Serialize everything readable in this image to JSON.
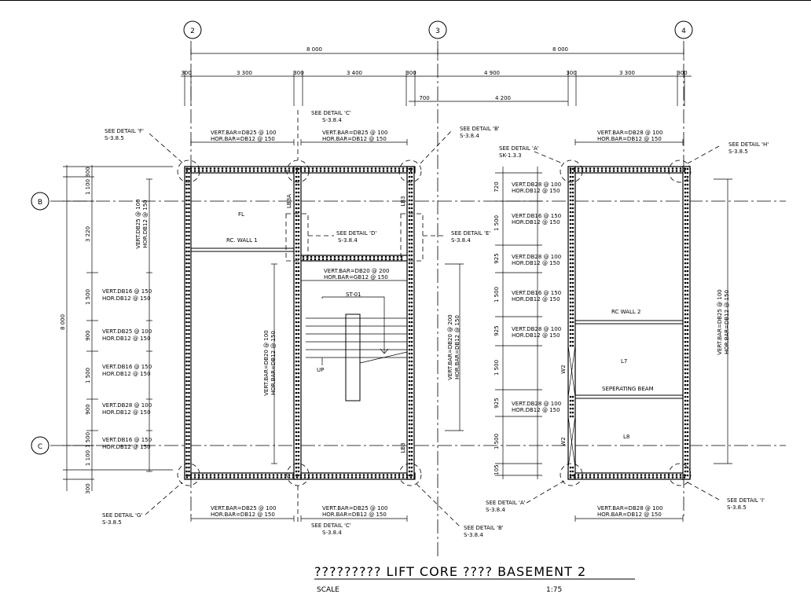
{
  "grid": {
    "col2": "2",
    "col3": "3",
    "col4": "4",
    "rowB": "B",
    "rowC": "C"
  },
  "dims_top": {
    "span_2_3": "8 000",
    "span_3_4": "8 000",
    "d300_a": "300",
    "d3300_a": "3 300",
    "d300_b": "300",
    "d3400": "3 400",
    "d300_c": "300",
    "d4900": "4 900",
    "d300_d": "300",
    "d3300_b": "3 300",
    "d300_e": "300",
    "d700": "700",
    "d4200": "4 200"
  },
  "dims_left": {
    "d300_top": "300",
    "d1100_top": "1 100",
    "d3220": "3 220",
    "d8000": "8 000",
    "d1500_a": "1 500",
    "d900_a": "900",
    "d1500_b": "1 500",
    "d900_b": "900",
    "d1500_c": "1 500",
    "d1100_bot": "1 100",
    "d300_bot": "300"
  },
  "dims_mid": {
    "d720": "720",
    "d1500_a": "1 500",
    "d925_a": "925",
    "d1500_b": "1 500",
    "d925_b": "925",
    "d1500_c": "1 500",
    "d925_c": "925",
    "d1500_d": "1 500",
    "d105": "105"
  },
  "details": {
    "f_ref": "SEE DETAIL 'F'",
    "f_sheet": "S-3.8.5",
    "c_top_ref": "SEE DETAIL 'C'",
    "c_top_sheet": "S-3.8.4",
    "b_top_ref": "SEE DETAIL 'B'",
    "b_top_sheet": "S-3.8.4",
    "a_top_ref": "SEE DETAIL 'A'",
    "a_top_sheet": "SK-1.3.3",
    "h_ref": "SEE DETAIL 'H'",
    "h_sheet": "S-3.8.5",
    "d_ref": "SEE DETAIL 'D'",
    "d_sheet": "S-3.8.4",
    "e_ref": "SEE DETAIL 'E'",
    "e_sheet": "S-3.8.4",
    "g_ref": "SEE DETAIL 'G'",
    "g_sheet": "S-3.8.5",
    "c_bot_ref": "SEE DETAIL 'C'",
    "c_bot_sheet": "S-3.8.4",
    "b_bot_ref": "SEE DETAIL 'B'",
    "b_bot_sheet": "S-3.8.4",
    "a_bot_ref": "SEE DETAIL 'A'",
    "a_bot_sheet": "S-3.8.4",
    "i_ref": "SEE DETAIL 'I'",
    "i_sheet": "S-3.8.5"
  },
  "rebar": {
    "top1_v": "VERT.BAR=DB25 @ 100",
    "top1_h": "HOR.BAR=DB12 @ 150",
    "top2_v": "VERT.BAR=DB25 @ 100",
    "top2_h": "HOR.BAR=DB12 @ 150",
    "top3_v": "VERT.BAR=DB28 @ 100",
    "top3_h": "HOR.BAR=DB12 @ 150",
    "mid_v": "VERT.BAR=DB20 @ 200",
    "mid_h": "HOR.BAR=GB12 @ 150",
    "bot1_v": "VERT.BAR=DB25 @ 100",
    "bot1_h": "HOR.BAR=DB12 @ 150",
    "bot2_v": "VERT.BAR=DB25 @ 100",
    "bot2_h": "HOR.BAR=DB12 @ 150",
    "bot3_v": "VERT.BAR=DB28 @ 100",
    "bot3_h": "HOR.BAR=DB12 @ 150",
    "left_rot_v": "VERT.DB25 @ 100",
    "left_rot_h": "HOR.DB12 @ 150",
    "left1_v": "VERT.DB16 @ 150",
    "left1_h": "HOR.DB12 @ 150",
    "left2_v": "VERT.DB25 @ 100",
    "left2_h": "HOR.DB12 @ 150",
    "left3_v": "VERT.DB16 @ 150",
    "left3_h": "HOR.DB12 @ 150",
    "left4_v": "VERT.DB28 @ 100",
    "left4_h": "HOR.DB12 @ 150",
    "left5_v": "VERT.DB16 @ 150",
    "left5_h": "HOR.DB12 @ 150",
    "inner_rot_v": "VERT.BAR=DB20 @ 100",
    "inner_rot_h": "HOR.BAR=DB12 @ 150",
    "stairR_rot_v": "VERT.BAR=DB20 @ 200",
    "stairR_rot_h": "HOR.BAR=DB12 @ 150",
    "mid1_v": "VERT.DB28 @ 100",
    "mid1_h": "HOR.DB12 @ 150",
    "mid2_v": "VERT.DB16 @ 150",
    "mid2_h": "HOR.DB12 @ 150",
    "mid3_v": "VERT.DB28 @ 100",
    "mid3_h": "HOR.DB12 @ 150",
    "mid4_v": "VERT.DB16 @ 150",
    "mid4_h": "HOR.DB12 @ 150",
    "mid5_v": "VERT.DB28 @ 100",
    "mid5_h": "HOR.DB12 @ 150",
    "mid6_v": "VERT.DB28 @ 100",
    "mid6_h": "HOR.DB12 @ 150",
    "right_rot_v": "VERT.BAR=DB25 @ 100",
    "right_rot_h": "HOR.BAR=DB12 @ 150"
  },
  "labels": {
    "fl": "FL",
    "rc_wall_1": "RC. WALL 1",
    "st01": "ST-01",
    "up": "UP",
    "rc_wall_2": "RC WALL 2",
    "l7": "L7",
    "separating_beam": "SEPERATING BEAM",
    "l8": "L8",
    "lb3a": "LB3A",
    "lb3_top": "LB3",
    "lb3_bot": "LB3",
    "w2_a": "W2",
    "w2_b": "W2"
  },
  "title": {
    "heading": "????????? LIFT CORE ???? BASEMENT 2",
    "scale_label": "SCALE",
    "scale_value": "1:75"
  }
}
